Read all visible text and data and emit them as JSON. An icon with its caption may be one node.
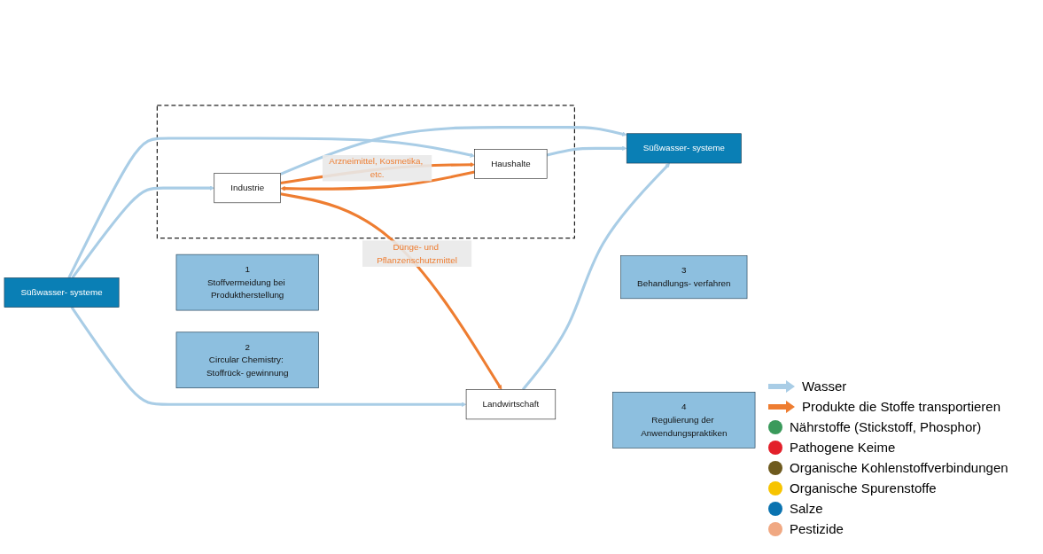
{
  "diagram": {
    "nodes": [
      {
        "text": [
          "Süßwasser- systeme"
        ]
      },
      {
        "text": [
          "1",
          "Stoffvermeidung bei Produktherstellung"
        ]
      },
      {
        "text": [],
        "shape": "box"
      },
      {
        "text": [
          "Industrie"
        ],
        "in": 2
      },
      {
        "text": [
          "Haushalte"
        ],
        "in": 2
      },
      {
        "text": [
          "2",
          "Circular Chemistry: Stoffrück- gewinnung"
        ]
      },
      {
        "text": [
          "3",
          "Behandlungs- verfahren"
        ]
      },
      {
        "text": [
          "Landwirtschaft"
        ]
      },
      {
        "text": [
          "4",
          "Regulierung der Anwendungspraktiken"
        ]
      },
      {
        "text": [
          "Süßwasser- systeme"
        ]
      }
    ],
    "edges": [
      {
        "from": 0,
        "to": 3,
        "arrow": "to"
      },
      {
        "from": 0,
        "to": 4,
        "arrow": "to"
      },
      {
        "from": 0,
        "to": 7,
        "arrow": "to"
      },
      {
        "from": 3,
        "to": 9,
        "arrow": "to"
      },
      {
        "from": 4,
        "to": 9,
        "arrow": "to"
      },
      {
        "from": 7,
        "to": 9,
        "arrow": "to"
      },
      {
        "from": 3,
        "to": 4,
        "arrow": "to",
        "label": "Arzneimittel, Kosmetika, etc.",
        "color": "#ee7d31"
      },
      {
        "from": 4,
        "to": 3,
        "arrow": "to",
        "color": "#ee7d31"
      },
      {
        "from": 3,
        "to": 7,
        "arrow": "to",
        "label": "Dünge- und Pflanzenschutzmittel",
        "color": "#ee7d31"
      }
    ],
    "legend": [
      {
        "text": "Wasser"
      },
      {
        "text": "Produkte die Stoffe transportieren"
      },
      {
        "text": "Nährstoffe (Stickstoff, Phosphor)",
        "color": "#3a9a5b"
      },
      {
        "text": "Pathogene Keime",
        "color": "#e3202a"
      },
      {
        "text": "Organische Kohlenstoffverbindungen",
        "color": "#6e5a1e"
      },
      {
        "text": "Organische Spurenstoffe",
        "color": "#f7c400"
      },
      {
        "text": "Salze",
        "color": "#0a73b0"
      },
      {
        "text": "Pestizide",
        "color": "#f0a882"
      }
    ]
  }
}
